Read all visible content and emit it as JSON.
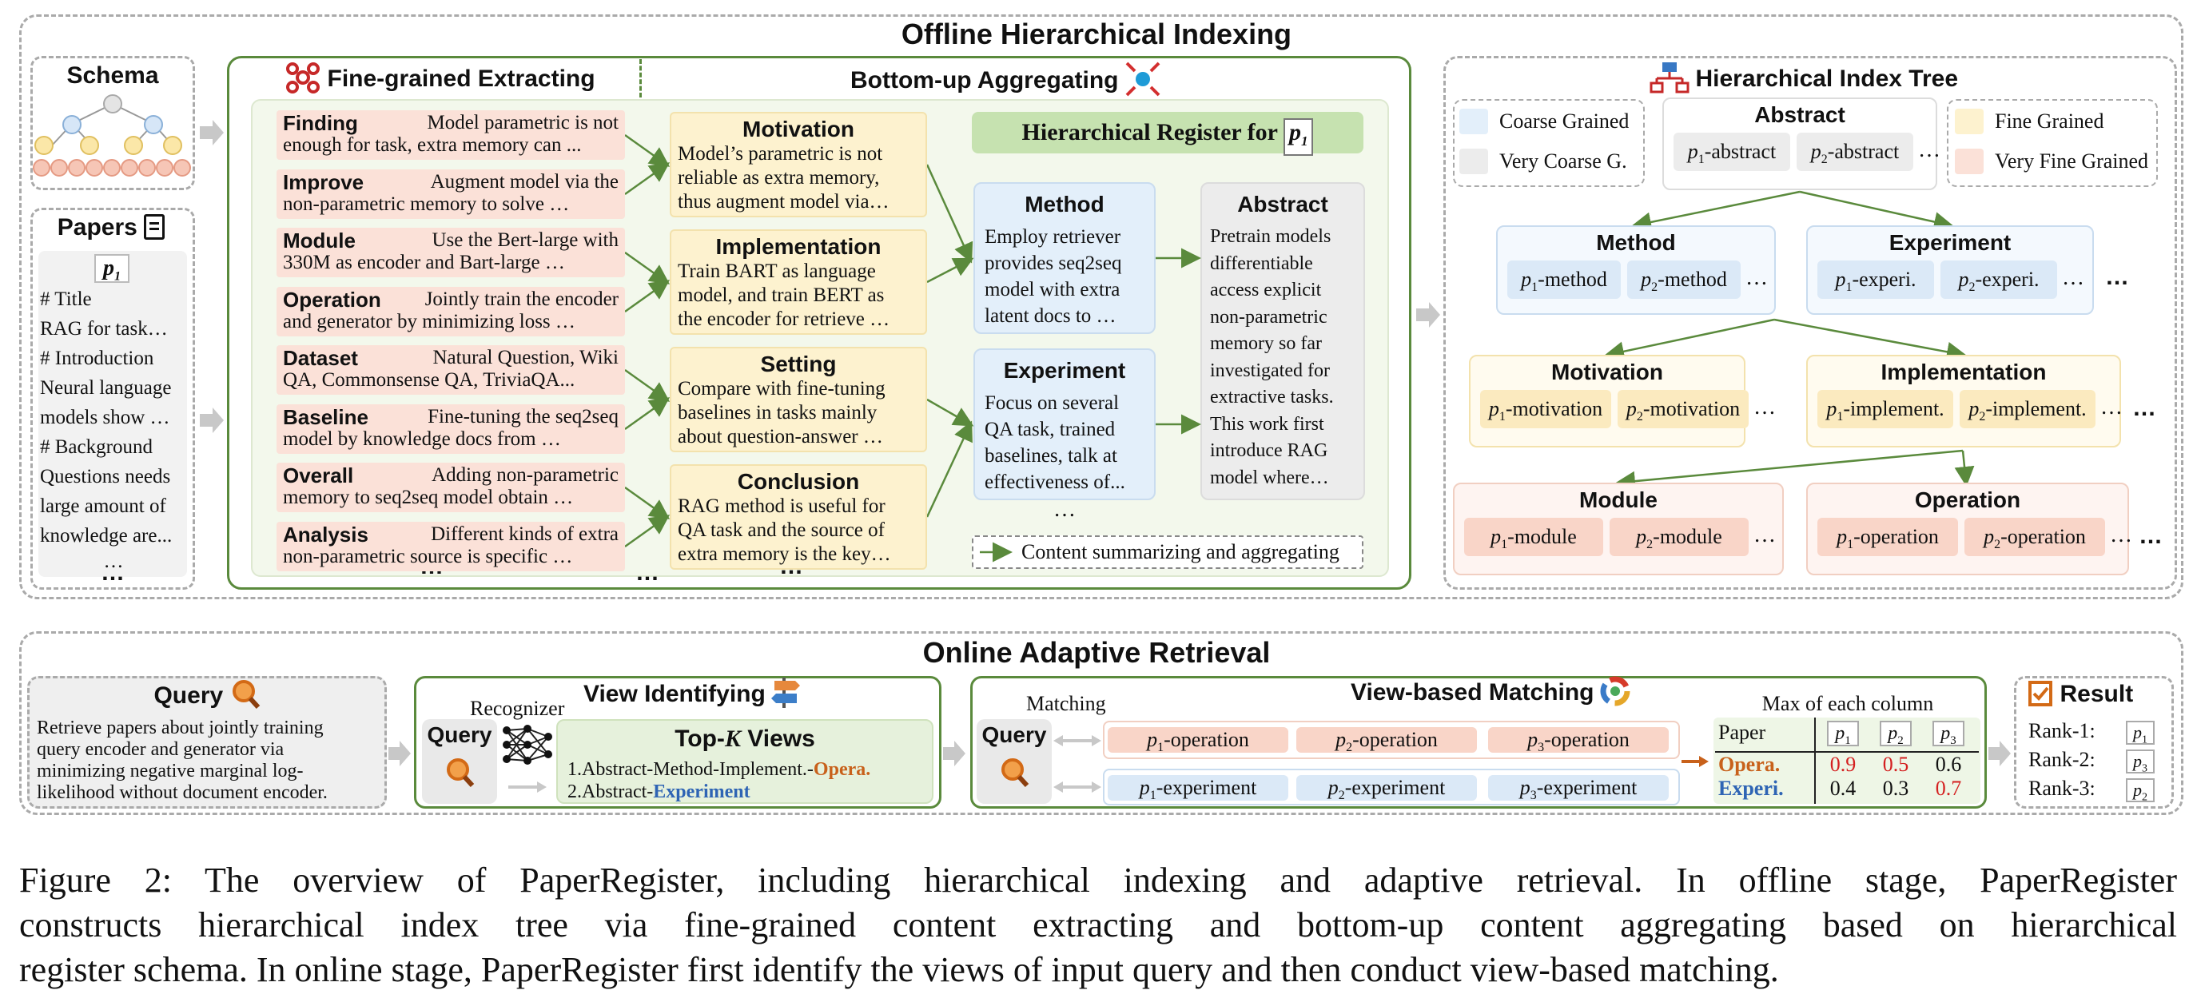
{
  "offline_title": "Offline Hierarchical Indexing",
  "schema": {
    "title": "Schema"
  },
  "papers": {
    "title": "Papers",
    "p1": "p",
    "p1_sub": "1",
    "lines": [
      "# Title",
      "RAG for task…",
      "# Introduction",
      "Neural language",
      "models show …",
      "# Background",
      "Questions needs",
      "large amount of",
      "knowledge are...",
      "…"
    ],
    "more": "…"
  },
  "extract": {
    "title": "Fine-grained Extracting",
    "rows": [
      {
        "label": "Finding",
        "text1": "Model parametric is not",
        "text2": "enough for task, extra memory can ..."
      },
      {
        "label": "Improve",
        "text1": "Augment model via the",
        "text2": "non-parametric memory to solve …"
      },
      {
        "label": "Module",
        "text1": "Use the Bert-large with",
        "text2": "330M as encoder and Bart-large …"
      },
      {
        "label": "Operation",
        "text1": "Jointly train the encoder",
        "text2": "and generator by minimizing loss …"
      },
      {
        "label": "Dataset",
        "text1": "Natural Question, Wiki",
        "text2": "QA, Commonsense QA, TriviaQA..."
      },
      {
        "label": "Baseline",
        "text1": "Fine-tuning the seq2seq",
        "text2": "model by knowledge docs from …"
      },
      {
        "label": "Overall",
        "text1": "Adding non-parametric",
        "text2": "memory to seq2seq model obtain …"
      },
      {
        "label": "Analysis",
        "text1": "Different kinds of extra",
        "text2": "non-parametric source is specific …"
      }
    ],
    "more1": "…",
    "more2": "…"
  },
  "aggregate": {
    "title": "Bottom-up Aggregating",
    "mid": [
      {
        "label": "Motivation",
        "lines": [
          "Model’s parametric is not",
          "reliable as extra memory,",
          "thus augment model via…"
        ]
      },
      {
        "label": "Implementation",
        "lines": [
          "Train BART as language",
          "model, and train BERT as",
          "the encoder for retrieve …"
        ]
      },
      {
        "label": "Setting",
        "lines": [
          "Compare with fine-tuning",
          "baselines in tasks mainly",
          "about question-answer …"
        ]
      },
      {
        "label": "Conclusion",
        "lines": [
          "RAG method is useful for",
          "QA task and the source of",
          "extra memory is the key…"
        ]
      }
    ],
    "more": "…",
    "register_title": "Hierarchical Register for",
    "register_p": "p",
    "register_sub": "1",
    "method": {
      "label": "Method",
      "lines": [
        "Employ retriever",
        "provides seq2seq",
        "model with extra",
        "latent docs to …"
      ]
    },
    "experiment": {
      "label": "Experiment",
      "lines": [
        "Focus on several",
        "QA task, trained",
        "baselines, talk at",
        "effectiveness of..."
      ]
    },
    "abstract": {
      "label": "Abstract",
      "lines": [
        "Pretrain models",
        "differentiable",
        "access explicit",
        "non-parametric",
        "memory so far",
        "investigated for",
        "extractive tasks.",
        "This work first",
        "introduce RAG",
        "model where…"
      ]
    },
    "right_more": "…",
    "legend": "Content summarizing and aggregating"
  },
  "tree": {
    "title": "Hierarchical Index Tree",
    "legend": [
      {
        "label": "Coarse Grained",
        "color": "#e3effa"
      },
      {
        "label": "Very Coarse G.",
        "color": "#ececec"
      },
      {
        "label": "Fine Grained",
        "color": "#fdf2cf"
      },
      {
        "label": "Very Fine Grained",
        "color": "#fbe1d8"
      }
    ],
    "abstract": {
      "label": "Abstract",
      "c1": "-abstract",
      "c2": "-abstract",
      "more": "…"
    },
    "method": {
      "label": "Method",
      "c1": "-method",
      "c2": "-method",
      "more": "…"
    },
    "experiment": {
      "label": "Experiment",
      "c1": "-experi.",
      "c2": "-experi.",
      "more": "…"
    },
    "level2_more": "…",
    "motivation": {
      "label": "Motivation",
      "c1": "-motivation",
      "c2": "-motivation",
      "more": "…"
    },
    "implementation": {
      "label": "Implementation",
      "c1": "-implement.",
      "c2": "-implement.",
      "more": "…"
    },
    "level3_more": "…",
    "module": {
      "label": "Module",
      "c1": "-module",
      "c2": "-module",
      "more": "…"
    },
    "operation": {
      "label": "Operation",
      "c1": "-operation",
      "c2": "-operation",
      "more": "…"
    },
    "level4_more": "…",
    "p": "p",
    "s1": "1",
    "s2": "2"
  },
  "online_title": "Online Adaptive Retrieval",
  "query": {
    "title": "Query",
    "lines": [
      "Retrieve papers about jointly training",
      "query encoder and generator via",
      "minimizing negative marginal log-",
      "likelihood without document encoder."
    ]
  },
  "view_id": {
    "title": "View Identifying",
    "recognizer": "Recognizer",
    "query": "Query",
    "topk_pre": "Top-",
    "topk_k": "K",
    "topk_post": " Views",
    "v1_pre": "1.Abstract-Method-Implement.-",
    "v1_hl": "Opera.",
    "v2_pre": "2.Abstract-",
    "v2_hl": "Experiment"
  },
  "matching": {
    "title": "View-based Matching",
    "matching": "Matching",
    "query": "Query",
    "row1": [
      "-operation",
      "-operation",
      "-operation"
    ],
    "row2": [
      "-experiment",
      "-experiment",
      "-experiment"
    ],
    "subs": [
      "1",
      "2",
      "3"
    ],
    "p": "p",
    "max_title": "Max of each column",
    "table": {
      "head": "Paper",
      "cols": [
        "1",
        "2",
        "3"
      ],
      "rows": [
        {
          "label": "Opera.",
          "vals": [
            "0.9",
            "0.5",
            "0.6"
          ],
          "red": [
            true,
            true,
            false
          ]
        },
        {
          "label": "Experi.",
          "vals": [
            "0.4",
            "0.3",
            "0.7"
          ],
          "red": [
            false,
            false,
            true
          ]
        }
      ]
    }
  },
  "result": {
    "title": "Result",
    "ranks": [
      {
        "label": "Rank-1:",
        "sub": "1"
      },
      {
        "label": "Rank-2:",
        "sub": "3"
      },
      {
        "label": "Rank-3:",
        "sub": "2"
      }
    ]
  },
  "caption": [
    "Figure 2: The overview of PaperRegister, including hierarchical indexing and adaptive retrieval. In offline stage, PaperRegister",
    "constructs hierarchical index tree via fine-grained content extracting and bottom-up content aggregating based on hierarchical",
    "register schema. In online stage, PaperRegister first identify the views of input query and then conduct view-based matching."
  ],
  "colors": {
    "green": "#5a8a3c",
    "orange": "#c8611b",
    "blue": "#2e64b4",
    "red": "#d42020"
  }
}
